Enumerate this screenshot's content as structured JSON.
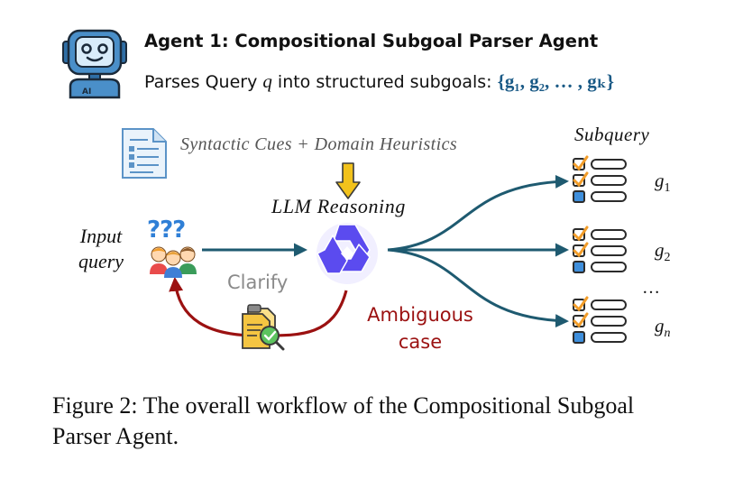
{
  "header": {
    "title": "Agent 1: Compositional Subgoal Parser Agent",
    "subtitle_prefix": "Parses Query ",
    "subtitle_q": "q",
    "subtitle_suffix": " into structured subgoals: ",
    "subtitle_set": "{g₁, g₂, … , gₖ}"
  },
  "diagram": {
    "cues_label": "Syntactic Cues + Domain Heuristics",
    "reasoning_label": "LLM Reasoning",
    "input_line1": "Input",
    "input_line2": "query",
    "input_marks": "???",
    "clarify_label": "Clarify",
    "ambiguous_line1": "Ambiguous",
    "ambiguous_line2": "case",
    "subquery_label": "Subquery",
    "ellipsis": "…",
    "goals": [
      {
        "letter": "g",
        "sub": "1"
      },
      {
        "letter": "g",
        "sub": "2"
      },
      {
        "letter": "g",
        "sub": "n"
      }
    ],
    "colors": {
      "arrow": "#1e5a70",
      "clarify_arrow": "#9b1111",
      "down_arrow": "#f2c21b",
      "robot": "#4a8fc9"
    }
  },
  "caption": "Figure 2: The overall workflow of the Compositional Subgoal Parser Agent."
}
